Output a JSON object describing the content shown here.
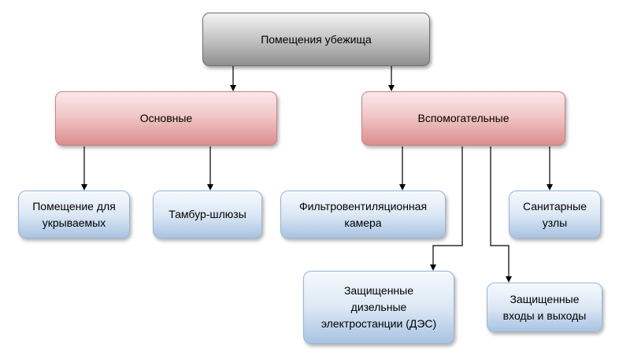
{
  "root": {
    "label": "Помещения убежища"
  },
  "categories": [
    {
      "label": "Основные"
    },
    {
      "label": "Вспомогательные"
    }
  ],
  "leaves": [
    {
      "label": "Помещение для\nукрываемых"
    },
    {
      "label": "Тамбур-шлюзы"
    },
    {
      "label": "Фильтровентиляционная\nкамера"
    },
    {
      "label": "Санитарные\nузлы"
    },
    {
      "label": "Защищенные\nдизельные\nэлектростанции (ДЭС)"
    },
    {
      "label": "Защищенные\nвходы и выходы"
    }
  ]
}
